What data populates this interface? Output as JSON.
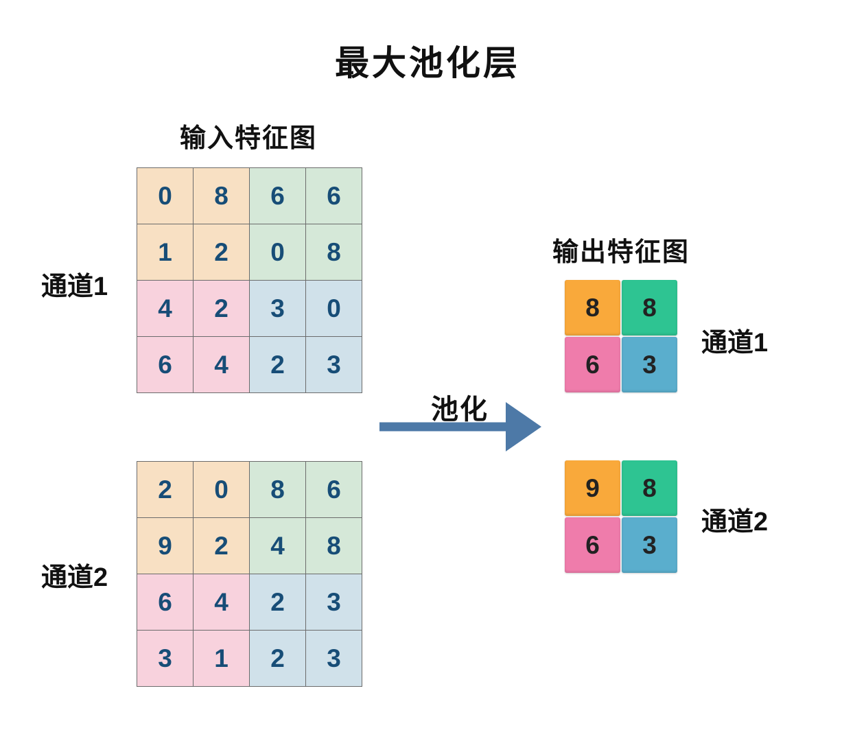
{
  "title": "最大池化层",
  "input": {
    "label": "输入特征图",
    "channels": [
      {
        "label": "通道1",
        "grid": [
          [
            0,
            8,
            6,
            6
          ],
          [
            1,
            2,
            0,
            8
          ],
          [
            4,
            2,
            3,
            0
          ],
          [
            6,
            4,
            2,
            3
          ]
        ]
      },
      {
        "label": "通道2",
        "grid": [
          [
            2,
            0,
            8,
            6
          ],
          [
            9,
            2,
            4,
            8
          ],
          [
            6,
            4,
            2,
            3
          ],
          [
            3,
            1,
            2,
            3
          ]
        ]
      }
    ]
  },
  "arrow": {
    "label": "池化",
    "color": "#4d79a7"
  },
  "output": {
    "label": "输出特征图",
    "channels": [
      {
        "label": "通道1",
        "grid": [
          [
            8,
            8
          ],
          [
            6,
            3
          ]
        ]
      },
      {
        "label": "通道2",
        "grid": [
          [
            9,
            8
          ],
          [
            6,
            3
          ]
        ]
      }
    ]
  },
  "colors": {
    "input_quadrants": {
      "tl": "#f8e0c3",
      "tr": "#d5e8d8",
      "bl": "#f8d2dd",
      "br": "#d0e1ea"
    },
    "output_quadrants": {
      "tl": "#f9a93b",
      "tr": "#2ec492",
      "bl": "#ef7cab",
      "br": "#5aaecd"
    },
    "input_number": "#174d77",
    "output_number": "#222222",
    "grid_border": "#6b6b6b"
  }
}
